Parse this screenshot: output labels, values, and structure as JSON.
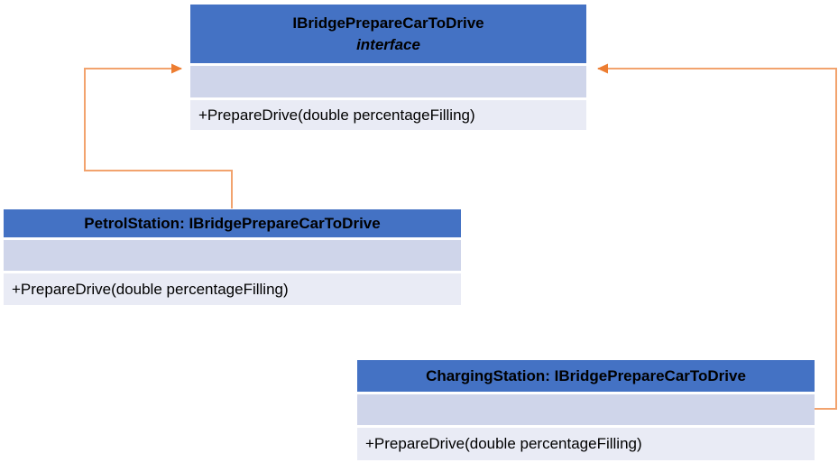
{
  "diagram": {
    "title_hint": "UML bridge pattern class diagram",
    "interface_box": {
      "title": "IBridgePrepareCarToDrive",
      "stereotype": "interface",
      "attributes": "",
      "method": "+PrepareDrive(double percentageFilling)"
    },
    "petrol_box": {
      "title": "PetrolStation: IBridgePrepareCarToDrive",
      "attributes": "",
      "method": "+PrepareDrive(double percentageFilling)"
    },
    "charging_box": {
      "title": "ChargingStation: IBridgePrepareCarToDrive",
      "attributes": "",
      "method": "+PrepareDrive(double percentageFilling)"
    },
    "connectors": [
      {
        "from": "PetrolStation",
        "to": "IBridgePrepareCarToDrive",
        "style": "elbow-arrow"
      },
      {
        "from": "ChargingStation",
        "to": "IBridgePrepareCarToDrive",
        "style": "elbow-arrow"
      }
    ],
    "colors": {
      "header_bg": "#4472C4",
      "attr_row_bg": "#CFD5EA",
      "method_row_bg": "#E9EBF5",
      "connector_line": "#F2A36E",
      "connector_arrow": "#ED7D31",
      "text": "#000000",
      "background": "#FFFFFF"
    }
  }
}
